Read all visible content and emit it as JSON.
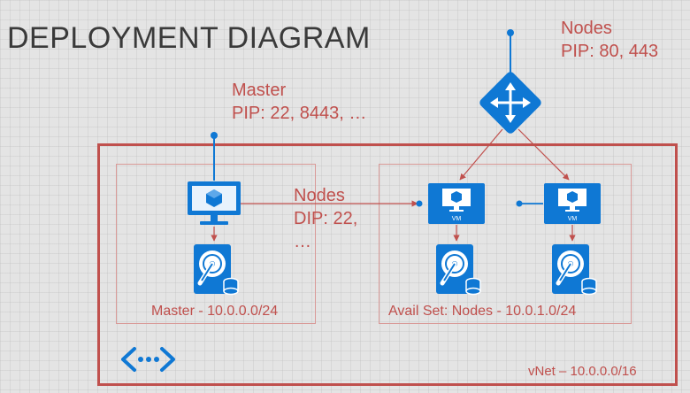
{
  "title": "DEPLOYMENT DIAGRAM",
  "nodes_pip": {
    "line1": "Nodes",
    "line2": "PIP: 80, 443"
  },
  "master_pip": {
    "line1": "Master",
    "line2": "PIP: 22, 8443, …"
  },
  "nodes_dip": {
    "line1": "Nodes",
    "line2": "DIP: 22,",
    "line3": "…"
  },
  "subnets": {
    "master": "Master - 10.0.0.0/24",
    "nodes": "Avail Set: Nodes - 10.0.1.0/24"
  },
  "vnet": {
    "label": "vNet – 10.0.0.0/16"
  },
  "vm_icon_text": "VM",
  "colors": {
    "accent_red": "#c0504d",
    "azure_blue": "#0f78d4",
    "title_gray": "#3a3a3a"
  },
  "icons": [
    "load-balancer-icon",
    "monitor-icon",
    "vm-icon",
    "disk-icon",
    "vnet-icon"
  ]
}
